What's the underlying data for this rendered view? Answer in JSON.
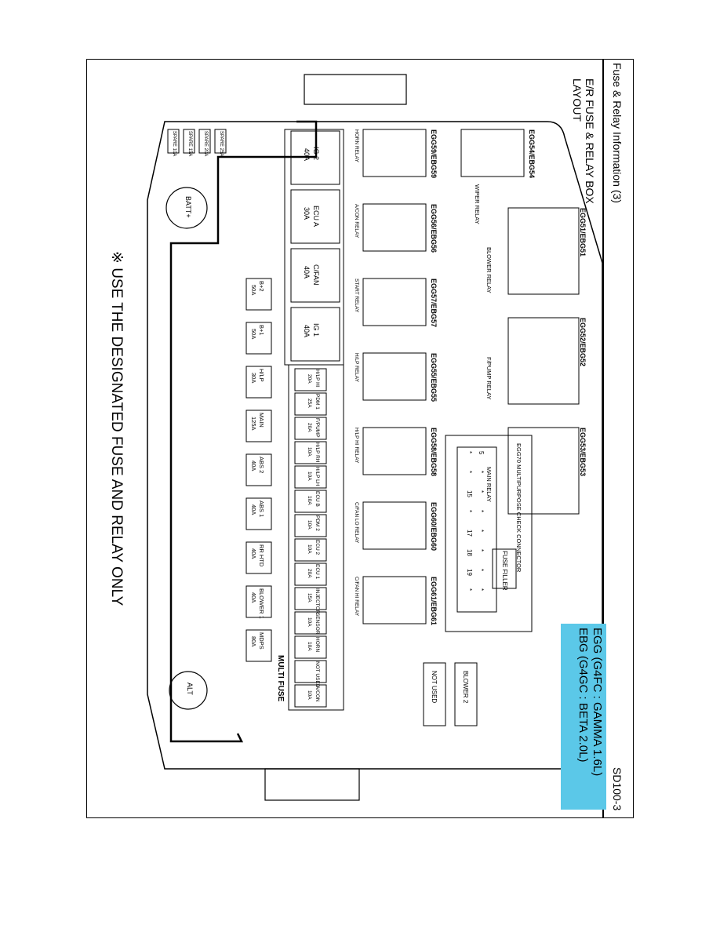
{
  "header": {
    "title": "Fuse & Relay Information (3)",
    "page_id": "SD100-3",
    "subtitle_line1": "E/R FUSE & RELAY BOX",
    "subtitle_line2": "LAYOUT"
  },
  "legend": {
    "egg": "EGG (G4FC : GAMMA 1.6L)",
    "ebg": "EBG (G4GC : BETA 2.0L)",
    "color": "#5bc8e8"
  },
  "note": "※ USE THE DESIGNATED FUSE AND RELAY ONLY",
  "spares": [
    "SPARE 10A",
    "SPARE 15A",
    "SPARE 20A",
    "SPARE 25A"
  ],
  "terminals": {
    "batt": "BATT+",
    "alt": "ALT"
  },
  "multi_fuse_label": "MULTI FUSE",
  "large_fuses": [
    {
      "name": "IG 2",
      "rating": "40A"
    },
    {
      "name": "ECU A",
      "rating": "30A"
    },
    {
      "name": "C/FAN",
      "rating": "40A"
    },
    {
      "name": "IG 1",
      "rating": "40A"
    }
  ],
  "mid_fuses": [
    {
      "name": "B+2",
      "rating": "50A"
    },
    {
      "name": "B+1",
      "rating": "50A"
    },
    {
      "name": "H/LP",
      "rating": "30A"
    },
    {
      "name": "MAIN",
      "rating": "125A"
    },
    {
      "name": "ABS 2",
      "rating": "40A"
    },
    {
      "name": "ABS 1",
      "rating": "40A"
    },
    {
      "name": "RR HTD",
      "rating": "40A"
    },
    {
      "name": "BLOWER 1",
      "rating": "40A"
    },
    {
      "name": "MDPS",
      "rating": "80A"
    }
  ],
  "mini_fuses": [
    {
      "name": "H/LP HI",
      "rating": "20A"
    },
    {
      "name": "PDM 1",
      "rating": "25A"
    },
    {
      "name": "F/PUMP",
      "rating": "20A"
    },
    {
      "name": "H/LP RH",
      "rating": "10A"
    },
    {
      "name": "H/LP LH",
      "rating": "10A"
    },
    {
      "name": "ECU B",
      "rating": "10A"
    },
    {
      "name": "PDM 2",
      "rating": "10A"
    },
    {
      "name": "ECU 2",
      "rating": "10A"
    },
    {
      "name": "ECU 1",
      "rating": "20A"
    },
    {
      "name": "INJECTOR",
      "rating": "15A"
    },
    {
      "name": "SENSOR",
      "rating": "10A"
    },
    {
      "name": "HORN",
      "rating": "10A"
    },
    {
      "name": "NOT USED",
      "rating": ""
    },
    {
      "name": "A/CON",
      "rating": "10A"
    }
  ],
  "small_relays": [
    {
      "code": "EGG59/EBG59",
      "name": "HORN RELAY"
    },
    {
      "code": "EGG56/EBG56",
      "name": "A/CON RELAY"
    },
    {
      "code": "EGG57/EBG57",
      "name": "START RELAY"
    },
    {
      "code": "EGG55/EBG55",
      "name": "H/LP RELAY"
    },
    {
      "code": "EGG58/EBG58",
      "name": "H/LP HI RELAY"
    },
    {
      "code": "EGG60/EBG60",
      "name": "C/FAN LO RELAY"
    },
    {
      "code": "EGG61/EBG61",
      "name": "C/FAN HI RELAY"
    }
  ],
  "wiper_relay": {
    "code": "EGG54/EBG54",
    "name": "WIPER RELAY"
  },
  "big_relays": [
    {
      "code": "EGG51/EBG51",
      "name": "BLOWER RELAY"
    },
    {
      "code": "EGG52/EBG52",
      "name": "F/PUMP RELAY"
    },
    {
      "code": "EGG53/EBG53",
      "name": "MAIN RELAY"
    }
  ],
  "fuse_filler": "FUSE FILLER",
  "connector": {
    "label": "EGG70 MULTIPURPOSE CHECK CONNECTOR",
    "row1": [
      "5",
      "*",
      "*",
      "*",
      "*",
      "*",
      "*",
      "*"
    ],
    "row2": [
      "*",
      "*",
      "15",
      "*",
      "17",
      "18",
      "19",
      "*"
    ]
  },
  "spare_slots": [
    "NOT USED",
    "BLOWER 2"
  ]
}
